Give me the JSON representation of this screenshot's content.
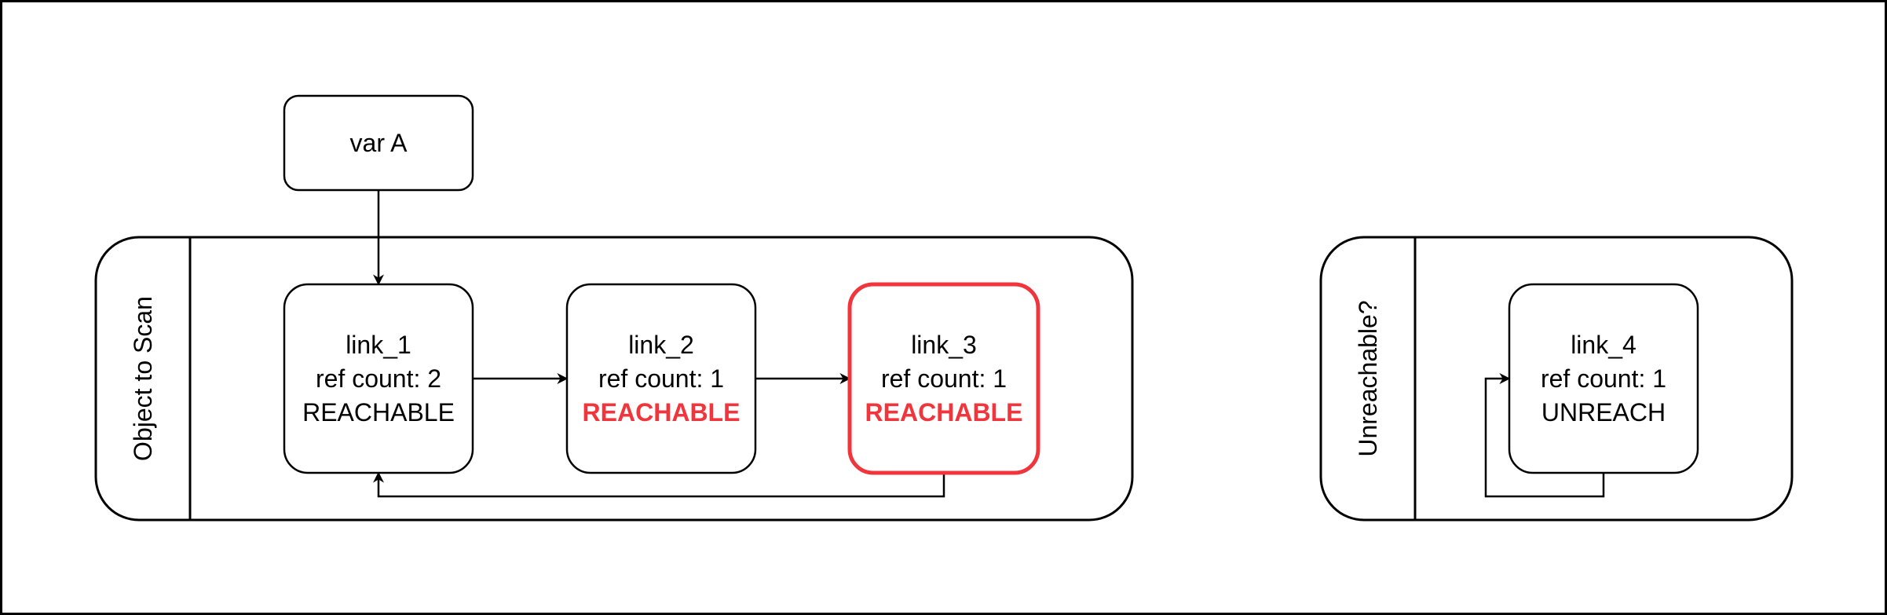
{
  "colors": {
    "stroke": "#000000",
    "highlight": "#f0353d",
    "background": "#ffffff"
  },
  "containers": {
    "scan": {
      "title": "Object to Scan"
    },
    "unreachable": {
      "title": "Unreachable?"
    }
  },
  "nodes": {
    "var_a": {
      "label": "var A"
    },
    "link_1": {
      "name": "link_1",
      "ref": "ref count: 2",
      "state": "REACHABLE"
    },
    "link_2": {
      "name": "link_2",
      "ref": "ref count: 1",
      "state": "REACHABLE"
    },
    "link_3": {
      "name": "link_3",
      "ref": "ref count: 1",
      "state": "REACHABLE"
    },
    "link_4": {
      "name": "link_4",
      "ref": "ref count: 1",
      "state": "UNREACH"
    }
  },
  "edges": [
    {
      "from": "var A",
      "to": "link_1"
    },
    {
      "from": "link_1",
      "to": "link_2"
    },
    {
      "from": "link_2",
      "to": "link_3"
    },
    {
      "from": "link_3",
      "to": "link_1"
    },
    {
      "from": "link_4",
      "to": "link_4"
    }
  ]
}
